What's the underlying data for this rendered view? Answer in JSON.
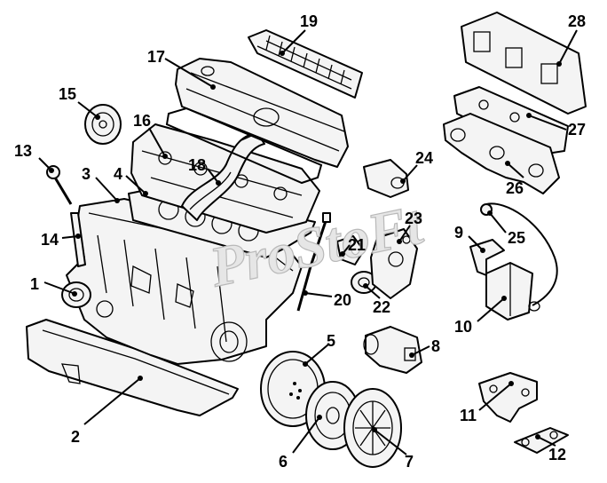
{
  "diagram": {
    "watermark": "ProStoFt",
    "callouts": [
      {
        "id": "1",
        "label": "1"
      },
      {
        "id": "2",
        "label": "2"
      },
      {
        "id": "3",
        "label": "3"
      },
      {
        "id": "4",
        "label": "4"
      },
      {
        "id": "5",
        "label": "5"
      },
      {
        "id": "6",
        "label": "6"
      },
      {
        "id": "7",
        "label": "7"
      },
      {
        "id": "8",
        "label": "8"
      },
      {
        "id": "9",
        "label": "9"
      },
      {
        "id": "10",
        "label": "10"
      },
      {
        "id": "11",
        "label": "11"
      },
      {
        "id": "12",
        "label": "12"
      },
      {
        "id": "13",
        "label": "13"
      },
      {
        "id": "14",
        "label": "14"
      },
      {
        "id": "15",
        "label": "15"
      },
      {
        "id": "16",
        "label": "16"
      },
      {
        "id": "17",
        "label": "17"
      },
      {
        "id": "18",
        "label": "18"
      },
      {
        "id": "19",
        "label": "19"
      },
      {
        "id": "20",
        "label": "20"
      },
      {
        "id": "21",
        "label": "21"
      },
      {
        "id": "22",
        "label": "22"
      },
      {
        "id": "23",
        "label": "23"
      },
      {
        "id": "24",
        "label": "24"
      },
      {
        "id": "25",
        "label": "25"
      },
      {
        "id": "26",
        "label": "26"
      },
      {
        "id": "27",
        "label": "27"
      },
      {
        "id": "28",
        "label": "28"
      }
    ]
  }
}
